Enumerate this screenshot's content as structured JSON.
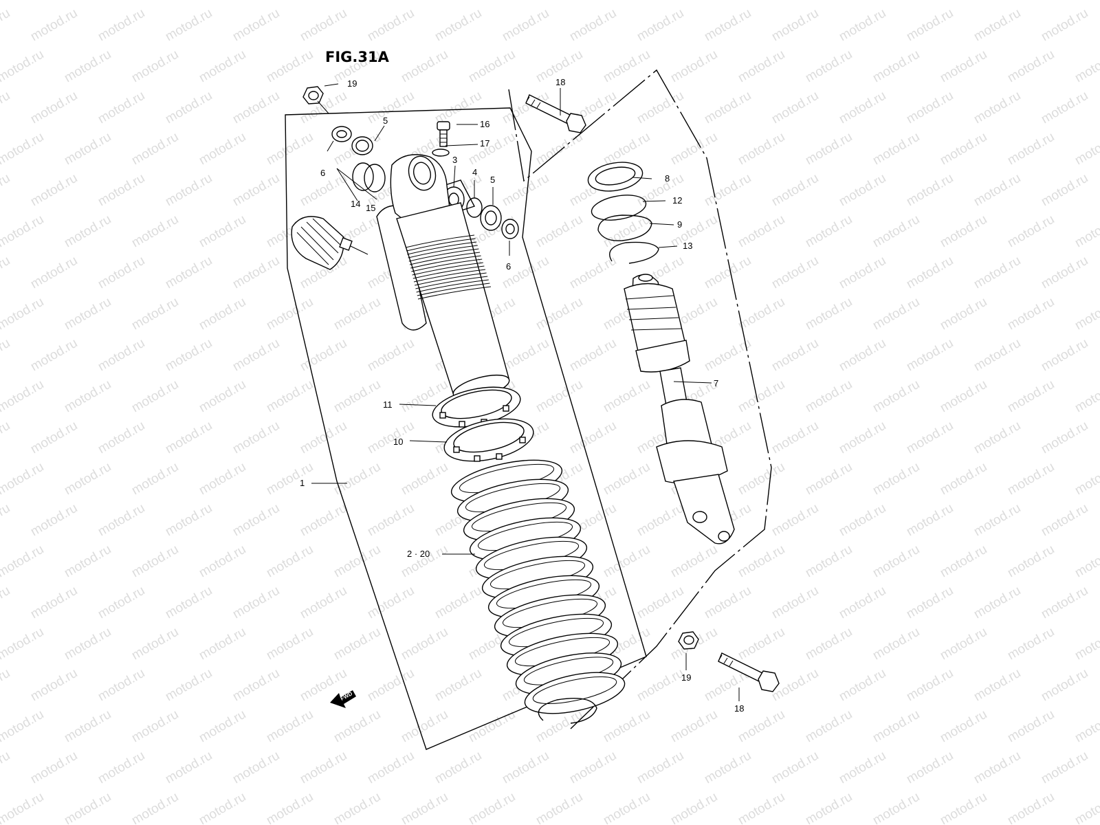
{
  "figure": {
    "title": "FIG.31A",
    "watermark": "motod.ru",
    "fwd_label": "FWD"
  },
  "callouts": [
    {
      "id": "c19a",
      "label": "19"
    },
    {
      "id": "c18a",
      "label": "18"
    },
    {
      "id": "c5a",
      "label": "5"
    },
    {
      "id": "c16",
      "label": "16"
    },
    {
      "id": "c17",
      "label": "17"
    },
    {
      "id": "c6a",
      "label": "6"
    },
    {
      "id": "c3",
      "label": "3"
    },
    {
      "id": "c4",
      "label": "4"
    },
    {
      "id": "c5b",
      "label": "5"
    },
    {
      "id": "c14",
      "label": "14"
    },
    {
      "id": "c15",
      "label": "15"
    },
    {
      "id": "c8",
      "label": "8"
    },
    {
      "id": "c12",
      "label": "12"
    },
    {
      "id": "c9",
      "label": "9"
    },
    {
      "id": "c13",
      "label": "13"
    },
    {
      "id": "c6b",
      "label": "6"
    },
    {
      "id": "c7",
      "label": "7"
    },
    {
      "id": "c11",
      "label": "11"
    },
    {
      "id": "c10",
      "label": "10"
    },
    {
      "id": "c1",
      "label": "1"
    },
    {
      "id": "c2",
      "label": "2 · 20"
    },
    {
      "id": "c19b",
      "label": "19"
    },
    {
      "id": "c18b",
      "label": "18"
    }
  ]
}
